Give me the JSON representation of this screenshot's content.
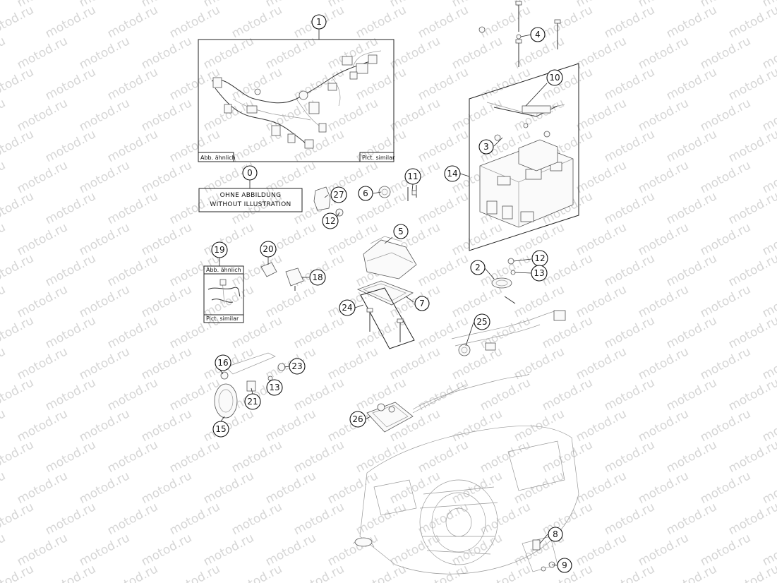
{
  "watermark": "motod.ru",
  "captions": {
    "abb_aehnlich": "Abb. ähnlich",
    "pict_similar": "Pict. similar"
  },
  "note": {
    "line1": "OHNE ABBILDUNG",
    "line2": "WITHOUT ILLUSTRATION"
  },
  "callouts": [
    {
      "label": "0"
    },
    {
      "label": "1"
    },
    {
      "label": "2"
    },
    {
      "label": "3"
    },
    {
      "label": "4"
    },
    {
      "label": "5"
    },
    {
      "label": "6"
    },
    {
      "label": "7"
    },
    {
      "label": "8"
    },
    {
      "label": "9"
    },
    {
      "label": "10"
    },
    {
      "label": "11"
    },
    {
      "label": "12"
    },
    {
      "label": "12"
    },
    {
      "label": "13"
    },
    {
      "label": "13"
    },
    {
      "label": "14"
    },
    {
      "label": "15"
    },
    {
      "label": "16"
    },
    {
      "label": "18"
    },
    {
      "label": "19"
    },
    {
      "label": "20"
    },
    {
      "label": "21"
    },
    {
      "label": "23"
    },
    {
      "label": "24"
    },
    {
      "label": "25"
    },
    {
      "label": "26"
    },
    {
      "label": "27"
    }
  ]
}
